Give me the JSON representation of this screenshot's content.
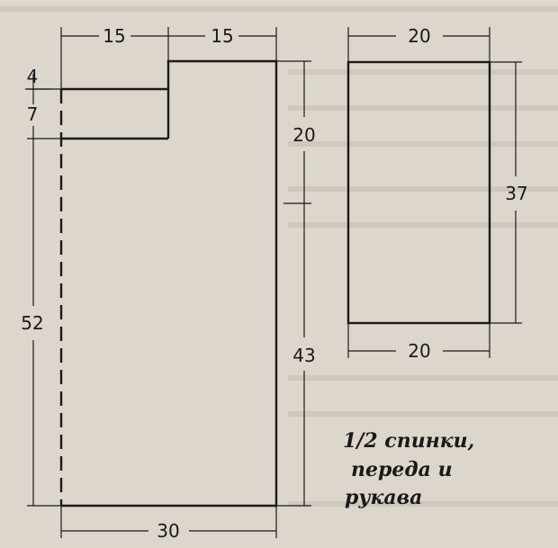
{
  "back_front_piece": {
    "top_left_width": "15",
    "top_right_width": "15",
    "neck_depth": "4",
    "armhole_depth": "7",
    "left_height": "52",
    "upper_right_height": "20",
    "lower_right_height": "43",
    "bottom_width": "30"
  },
  "sleeve_piece": {
    "top_width": "20",
    "height": "37",
    "bottom_width": "20"
  },
  "caption": {
    "line1": "1/2 спинки,",
    "line2": "переда и",
    "line3": "рукава"
  },
  "colors": {
    "paper": "#ddd6cc",
    "ink": "#1a1a1a"
  }
}
